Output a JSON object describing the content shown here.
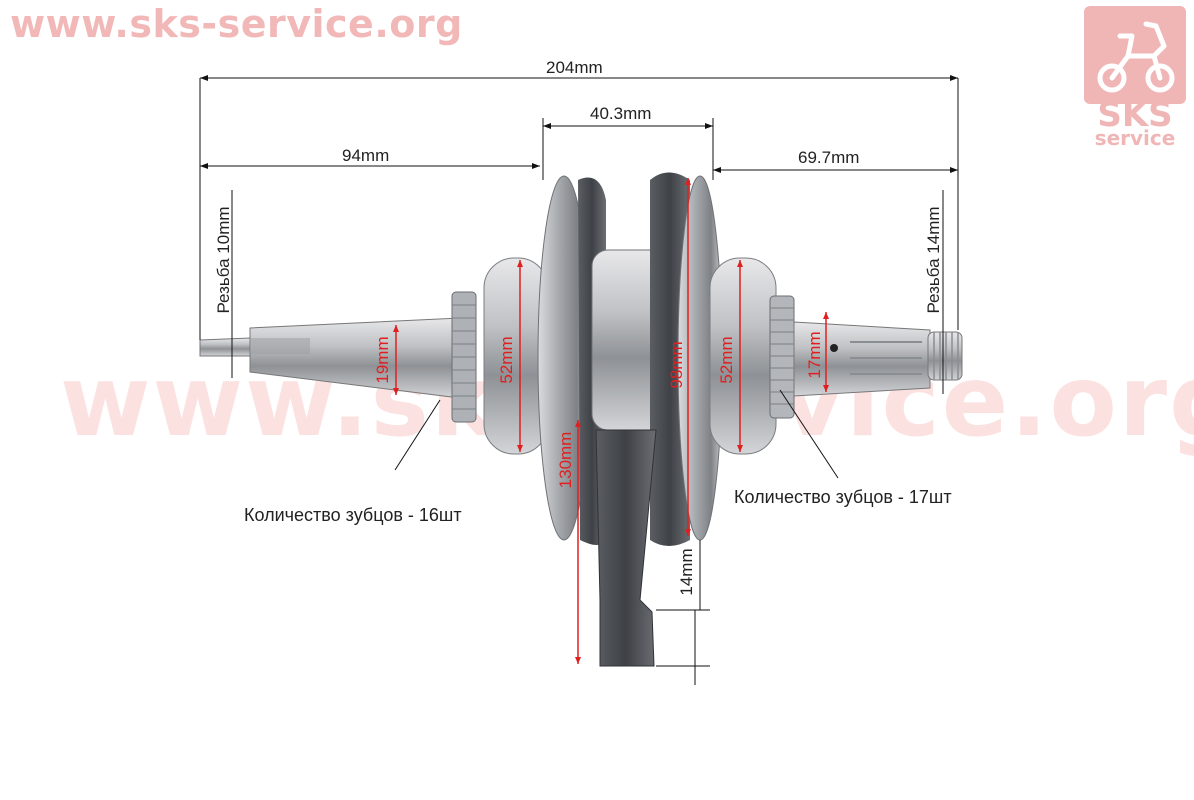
{
  "header": {
    "site_url": "www.sks-service.org"
  },
  "logo": {
    "text_line1": "SKS",
    "text_line2": "service",
    "color": "#f0b5b5"
  },
  "watermark": {
    "text": "www.sks-service.org"
  },
  "dimensions": {
    "total_length": "204mm",
    "left_shaft_length": "94mm",
    "crank_width": "40.3mm",
    "right_shaft_length": "69.7mm",
    "left_thread": "Резьба 10mm",
    "right_thread": "Резьба 14mm",
    "left_shaft_diameter": "19mm",
    "left_bearing_diameter": "52mm",
    "flywheel_diameter": "98mm",
    "right_bearing_diameter": "52mm",
    "right_shaft_diameter": "17mm",
    "rod_length": "130mm",
    "rod_small_end": "14mm"
  },
  "callouts": {
    "left_gear_teeth": "Количество зубцов - 16шт",
    "right_gear_teeth": "Количество зубцов - 17шт"
  },
  "colors": {
    "dimension_red": "#e02020",
    "dimension_black": "#222222",
    "watermark_pink": "#f2b8b8"
  }
}
